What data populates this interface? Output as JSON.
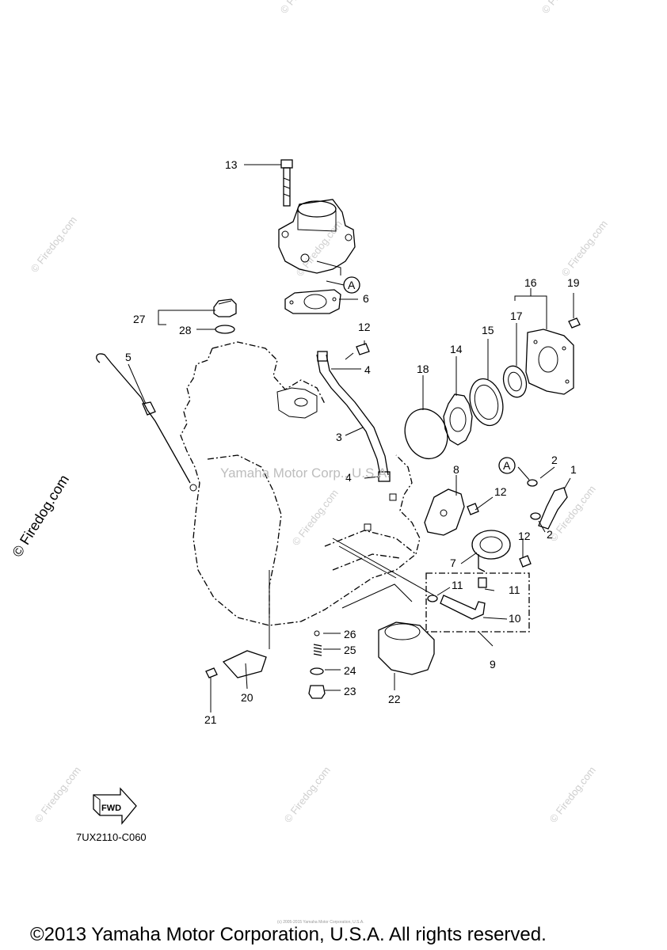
{
  "diagram": {
    "part_code": "7UX2110-C060",
    "fwd_label": "FWD",
    "reference_mark": "A",
    "center_watermark": "Yamaha Motor Corp., U.S.A.",
    "watermark_text": "© Firedog.com",
    "copyright": "©2013 Yamaha Motor Corporation, U.S.A. All rights reserved.",
    "fine_print": "(c) 2005-2015 Yamaha Motor Corporation, U.S.A.",
    "callouts": [
      "1",
      "2",
      "2",
      "3",
      "4",
      "4",
      "5",
      "6",
      "7",
      "8",
      "9",
      "10",
      "11",
      "11",
      "12",
      "12",
      "12",
      "13",
      "14",
      "15",
      "16",
      "17",
      "18",
      "19",
      "20",
      "21",
      "22",
      "23",
      "24",
      "25",
      "26",
      "27",
      "28"
    ]
  }
}
